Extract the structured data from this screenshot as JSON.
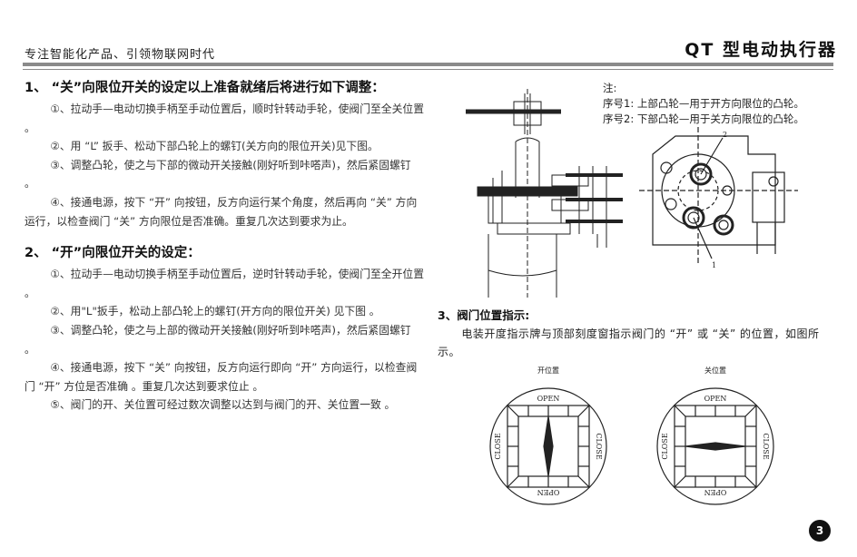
{
  "header": {
    "left": "专注智能化产品、引领物联网时代",
    "right": "QT 型电动执行器"
  },
  "section1": {
    "title": "1、 “关”向限位开关的设定以上准备就绪后将进行如下调整：",
    "paragraphs": [
      "①、拉动手—电动切换手柄至手动位置后，顺时针转动手轮，使阀门至全关位置 。",
      "②、用 “L” 扳手、松动下部凸轮上的螺钉(关方向的限位开关)见下图。",
      "③、调整凸轮，使之与下部的微动开关接触(刚好听到咔嗒声)，然后紧固螺钉 。",
      "④、接通电源，按下 “开” 向按钮，反方向运行某个角度，然后再向 “关” 方向运行，以检查阀门 “关” 方向限位是否准确。重复几次达到要求为止。"
    ]
  },
  "section2": {
    "title": "2、 “开”向限位开关的设定：",
    "paragraphs": [
      "①、拉动手—电动切换手柄至手动位置后，逆时针转动手轮，使阀门至全开位置 。",
      "②、用\"L\"扳手，松动上部凸轮上的螺钉(开方向的限位开关) 见下图 。",
      "③、调整凸轮，使之与上部的微动开关接触(刚好听到咔嗒声)，然后紧固螺钉 。",
      "④、接通电源，按下 “关” 向按钮，反方向运行即向 “开” 方向运行，以检查阀门 “开” 方位是否准确 。重复几次达到要求位止 。",
      "⑤、阀门的开、关位置可经过数次调整以达到与阀门的开、关位置一致 。"
    ]
  },
  "notes": {
    "label": "注:",
    "items": [
      "序号1:  上部凸轮—用于开方向限位的凸轮。",
      "序号2:  下部凸轮—用于关方向限位的凸轮。"
    ]
  },
  "figure_cam": {
    "callout_1": "1",
    "callout_2": "2"
  },
  "section3": {
    "title": "3、阀门位置指示:",
    "body": "电装开度指示牌与顶部刻度窗指示阀门的 “开” 或 “关” 的位置，如图所示。"
  },
  "indicators": [
    {
      "caption": "开位置",
      "top": "OPEN",
      "bottom": "OPEN",
      "left": "CLOSE",
      "right": "CLOSE"
    },
    {
      "caption": "关位置",
      "top": "OPEN",
      "bottom": "OPEN",
      "left": "CLOSE",
      "right": "CLOSE"
    }
  ],
  "page_number": "3"
}
